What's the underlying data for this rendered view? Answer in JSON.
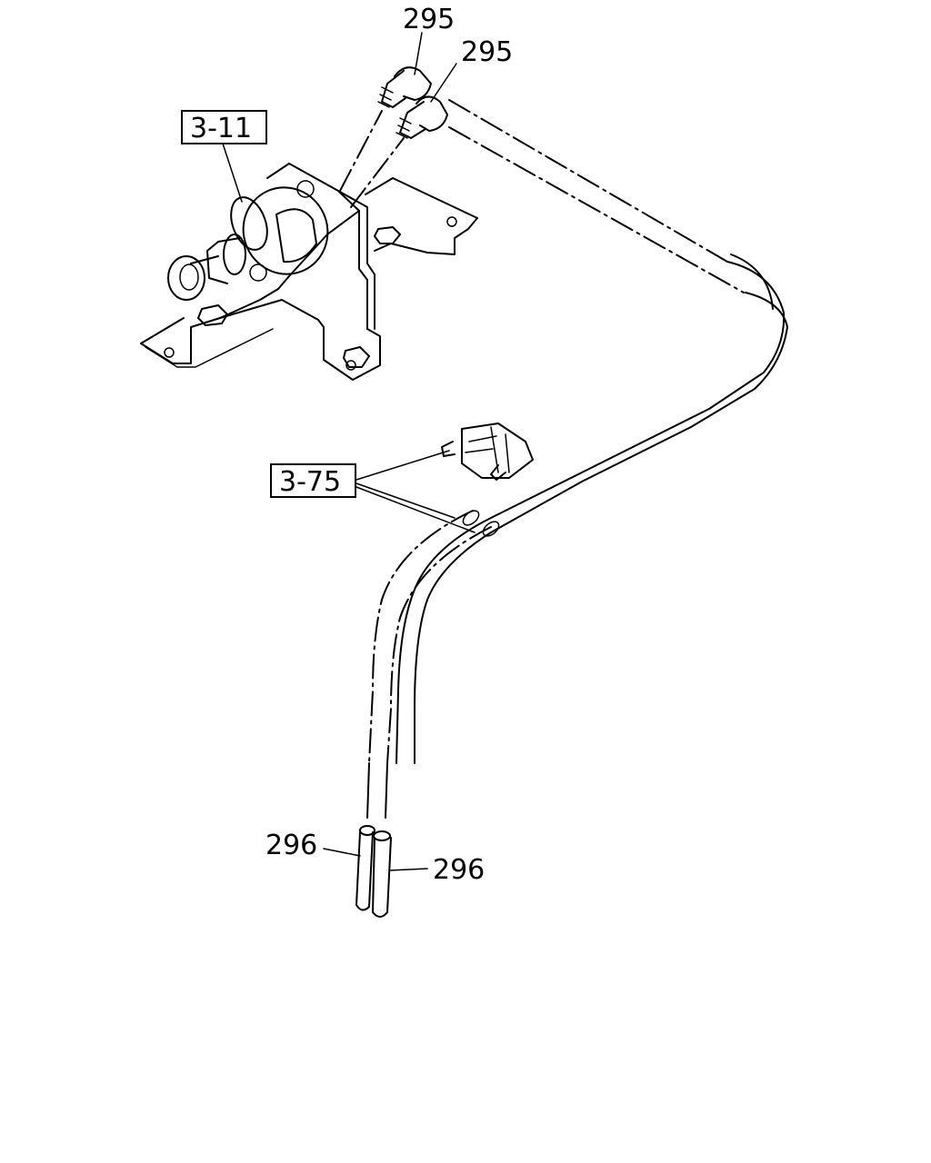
{
  "callouts": {
    "part_295_a": "295",
    "part_295_b": "295",
    "ref_3_11": "3-11",
    "ref_3_75": "3-75",
    "part_296_a": "296",
    "part_296_b": "296"
  }
}
